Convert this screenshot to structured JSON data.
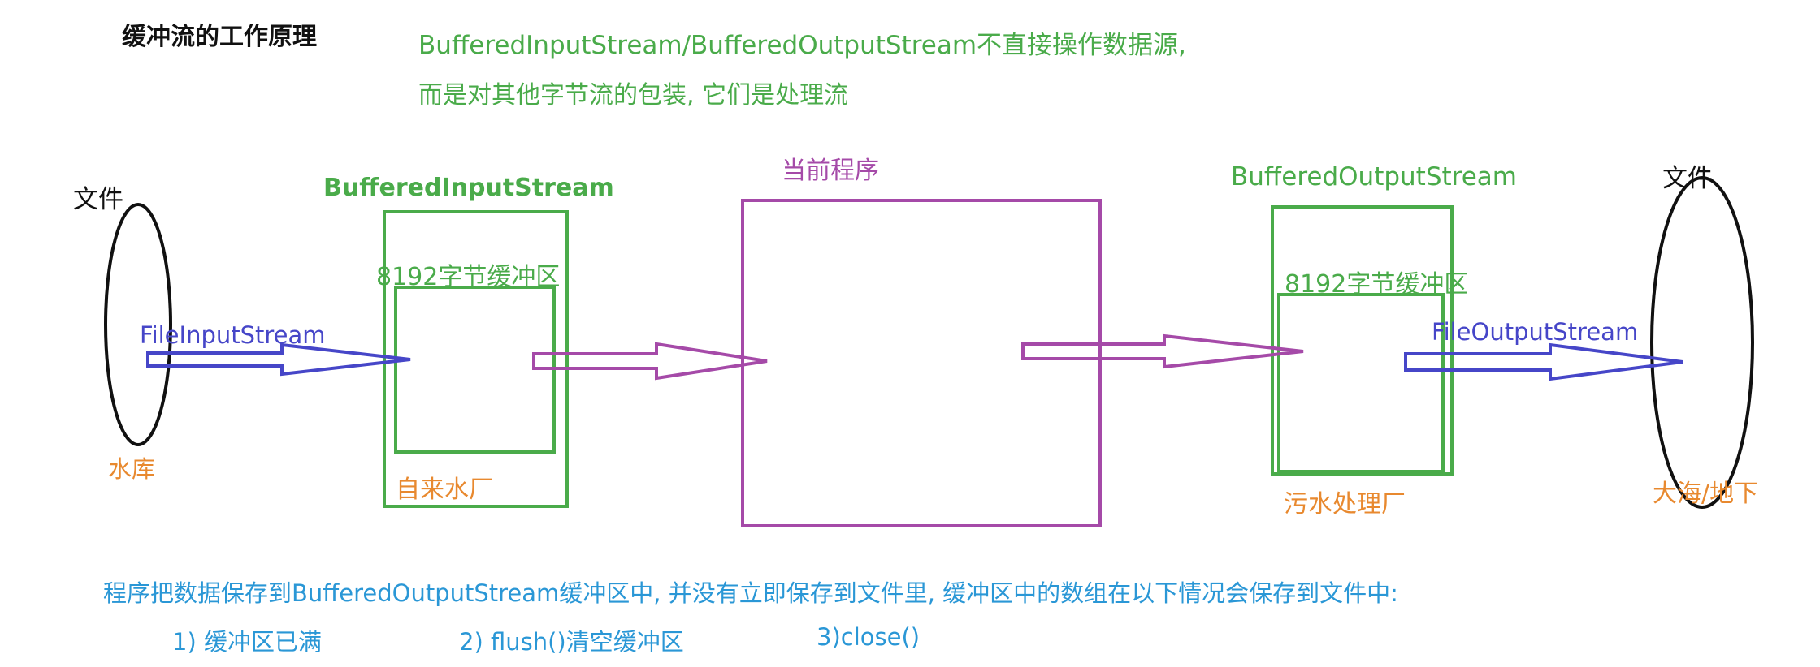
{
  "title": "缓冲流的工作原理",
  "description": {
    "line1": "BufferedInputStream/BufferedOutputStream不直接操作数据源,",
    "line2": "而是对其他字节流的包装, 它们是处理流"
  },
  "left_file": {
    "label": "文件",
    "caption": "水库"
  },
  "buffered_input": {
    "label": "BufferedInputStream",
    "buffer_label": "8192字节缓冲区",
    "caption": "自来水厂"
  },
  "file_input_stream": "FileInputStream",
  "program": {
    "label": "当前程序"
  },
  "buffered_output": {
    "label": "BufferedOutputStream",
    "buffer_label": "8192字节缓冲区",
    "caption": "污水处理厂"
  },
  "file_output_stream": "FileOutputStream",
  "right_file": {
    "label": "文件",
    "caption": "大海/地下"
  },
  "notes": {
    "main": "程序把数据保存到BufferedOutputStream缓冲区中, 并没有立即保存到文件里, 缓冲区中的数组在以下情况会保存到文件中:",
    "case1": "1) 缓冲区已满",
    "case2": "2) flush()清空缓冲区",
    "case3": "3)close()"
  },
  "colors": {
    "green": "#4aab4a",
    "blue": "#4646c8",
    "purple": "#a54aa8",
    "orange": "#e8892f",
    "cyan": "#2a97d6"
  }
}
